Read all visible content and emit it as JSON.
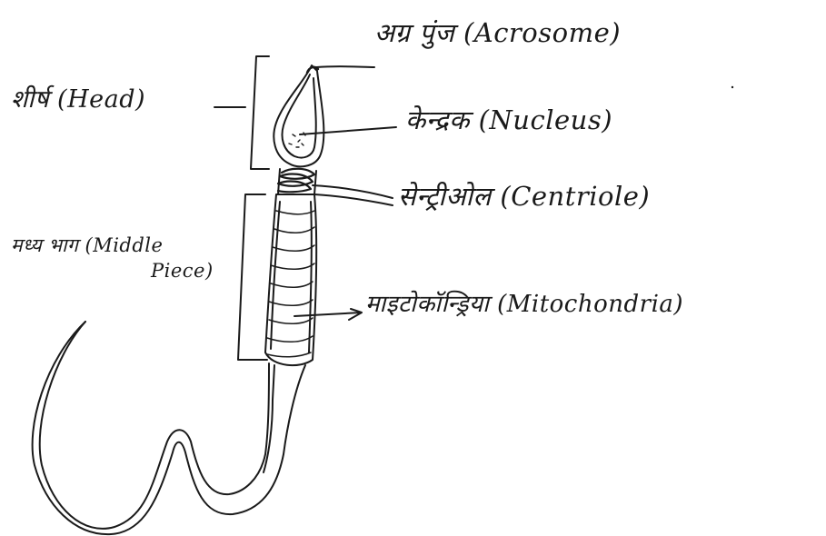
{
  "colors": {
    "ink": "#1a1a1a",
    "paper": "#ffffff"
  },
  "labels": {
    "acrosome": "अग्र पुंज (Acrosome)",
    "head": "शीर्ष (Head)",
    "nucleus": "केन्द्रक (Nucleus)",
    "centriole": "सेन्ट्रीओल (Centriole)",
    "middle_piece_hindi": "मध्य भाग (Middle",
    "middle_piece_cont": "Piece)",
    "mitochondria": "माइटोकॉन्ड्रिया (Mitochondria)"
  }
}
